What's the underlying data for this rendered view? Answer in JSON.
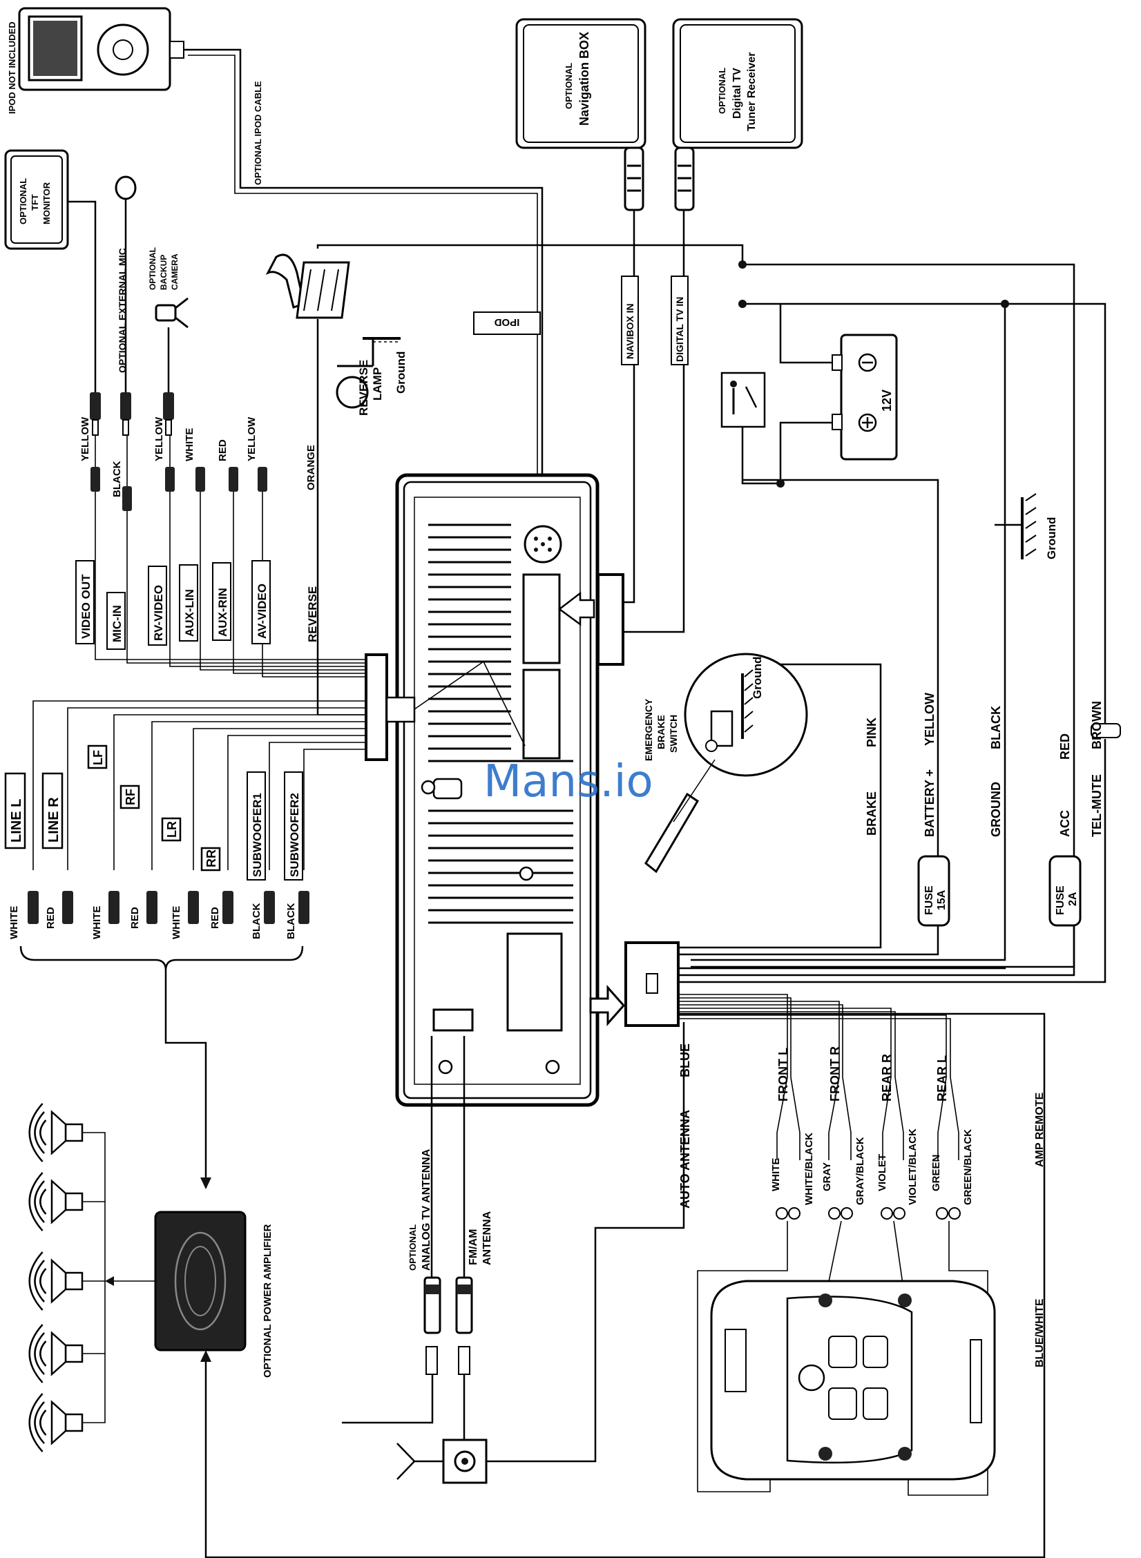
{
  "watermark": "Mans.io",
  "top_devices": {
    "ipod_not_included": "IPOD NOT INCLUDED",
    "optional_ipod_cable": "OPTIONAL IPOD CABLE",
    "nav_optional": "OPTIONAL",
    "nav_box": "Navigation BOX",
    "dtv_optional": "OPTIONAL",
    "dtv_line1": "Digital TV",
    "dtv_line2": "Tuner Receiver",
    "tft_optional": "OPTIONAL",
    "tft_line1": "TFT",
    "tft_line2": "MONITOR",
    "ext_mic": "OPTIONAL EXTERNAL MIC",
    "backup_optional": "OPTIONAL",
    "backup_line1": "BACKUP",
    "backup_line2": "CAMERA"
  },
  "inputs": {
    "ipod": "IPOD",
    "navibox_in": "NAVIBOX IN",
    "digital_tv_in": "DIGITAL TV IN",
    "reverse_lamp_1": "REVERSE",
    "reverse_lamp_2": "LAMP",
    "ground": "Ground",
    "battery_12v": "12V"
  },
  "rca_colors_top": [
    "YELLOW",
    "BLACK",
    "YELLOW",
    "WHITE",
    "RED",
    "YELLOW",
    "ORANGE"
  ],
  "rca_labels_top": [
    "VIDEO OUT",
    "MIC-IN",
    "RV-VIDEO",
    "AUX-LIN",
    "AUX-RIN",
    "AV-VIDEO",
    "REVERSE"
  ],
  "line_outs": [
    "LINE L",
    "LINE R",
    "LF",
    "RF",
    "LR",
    "RR",
    "SUBWOOFER1",
    "SUBWOOFER2"
  ],
  "line_out_colors": [
    "WHITE",
    "RED",
    "WHITE",
    "RED",
    "WHITE",
    "RED",
    "BLACK",
    "BLACK"
  ],
  "power_wires": {
    "brake": "BRAKE",
    "pink": "PINK",
    "battery": "BATTERY +",
    "yellow": "YELLOW",
    "ground": "GROUND",
    "black": "BLACK",
    "acc": "ACC",
    "red": "RED",
    "tel_mute": "TEL-MUTE",
    "brown": "BROWN",
    "fuse_15": "FUSE",
    "fuse_15_val": "15A",
    "fuse_2": "FUSE",
    "fuse_2_val": "2A",
    "emergency_1": "EMERGENCY",
    "emergency_2": "BRAKE",
    "emergency_3": "SWITCH"
  },
  "speakers": {
    "front_l": "FRONT L",
    "front_r": "FRONT R",
    "rear_r": "REAR R",
    "rear_l": "REAR L",
    "wires": [
      "WHITE",
      "WHITE/BLACK",
      "GRAY",
      "GRAY/BLACK",
      "VIOLET",
      "VIOLET/BLACK",
      "GREEN",
      "GREEN/BLACK"
    ]
  },
  "antenna": {
    "auto_antenna": "AUTO ANTENNA",
    "blue": "BLUE",
    "analog_optional": "OPTIONAL",
    "analog_tv": "ANALOG TV ANTENNA",
    "fm_am_1": "FM/AM",
    "fm_am_2": "ANTENNA"
  },
  "amplifier": {
    "label": "OPTIONAL POWER AMPLIFIER",
    "amp_remote": "AMP REMOTE",
    "blue_white": "BLUE/WHITE"
  }
}
